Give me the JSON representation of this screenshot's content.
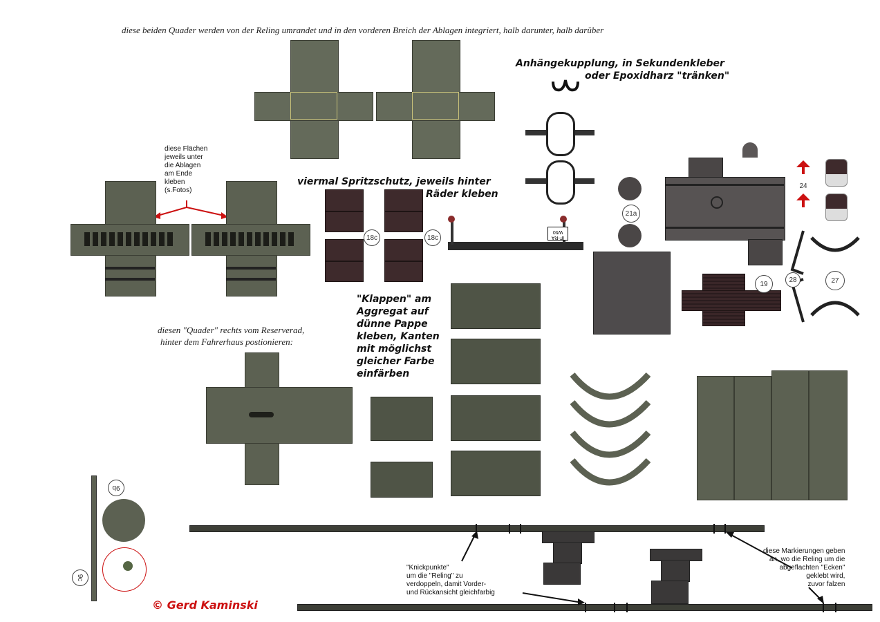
{
  "texts": {
    "top_note": "diese beiden Quader werden von der Reling umrandet und in den vorderen Breich der Ablagen integriert, halb darunter, halb darüber",
    "coupling_line1": "Anhängekupplung, in Sekundenkleber",
    "coupling_line2": "oder Epoxidharz \"tränken\"",
    "faces_note": [
      "diese Flächen",
      "jeweils unter",
      "die Ablagen",
      "am Ende",
      "kleben",
      "(s.Fotos)"
    ],
    "splash_line1": "viermal Spritzschutz, jeweils hinter",
    "splash_line2": "Räder kleben",
    "flaps_note": [
      "\"Klappen\" am",
      "Aggregat auf",
      "dünne Pappe",
      "kleben, Kanten",
      "mit möglichst",
      "gleicher Farbe",
      "einfärben"
    ],
    "cube_note_line1": "diesen \"Quader\" rechts vom Reserverad,",
    "cube_note_line2": "hinter dem Fahrerhaus postionieren:",
    "knick_note": [
      "\"Knickpunkte\"",
      "um die \"Reling\" zu",
      "verdoppeln, damit Vorder-",
      "und Rückansicht gleichfarbig"
    ],
    "marks_note": [
      "diese Markierungen geben",
      "an, wo die Reling um die",
      "abgeflachten \"Ecken\"",
      "geklebt wird,",
      "zuvor falzen"
    ],
    "copyright": "©  Gerd Kaminski"
  },
  "part_labels": {
    "p18c": "18c",
    "p21a": "21a",
    "p19": "19",
    "p28": "28",
    "p27": "27",
    "p24": "24",
    "p9b": "9b",
    "p9c": "9c",
    "plate": "IF-RA W50"
  },
  "colors": {
    "olive": "#5c6152",
    "brown": "#3e2a2c",
    "red": "#cc1111",
    "arrow": "#cc1111"
  }
}
